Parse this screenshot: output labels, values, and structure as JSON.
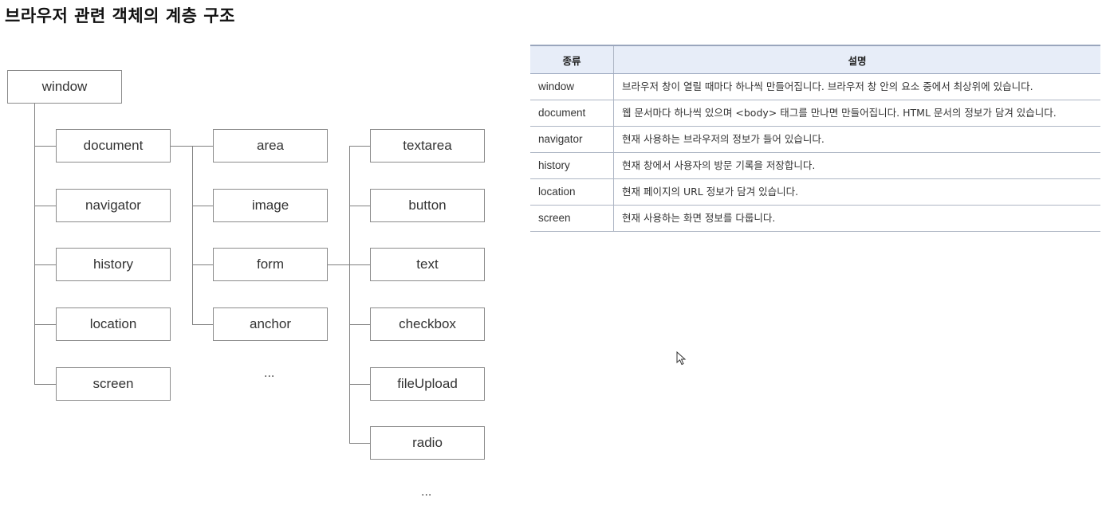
{
  "title": "브라우저 관련 객체의 계층 구조",
  "tree": {
    "root": "window",
    "level1": [
      "document",
      "navigator",
      "history",
      "location",
      "screen"
    ],
    "level2": [
      "area",
      "image",
      "form",
      "anchor"
    ],
    "level2_more": "...",
    "level3": [
      "textarea",
      "button",
      "text",
      "checkbox",
      "fileUpload",
      "radio"
    ],
    "level3_more": "..."
  },
  "table": {
    "headers": [
      "종류",
      "설명"
    ],
    "rows": [
      {
        "name": "window",
        "desc": "브라우저 창이 열릴 때마다 하나씩 만들어집니다. 브라우저 창 안의 요소 중에서 최상위에 있습니다."
      },
      {
        "name": "document",
        "desc": "웹 문서마다 하나씩 있으며 <body> 태그를 만나면 만들어집니다. HTML 문서의 정보가 담겨 있습니다."
      },
      {
        "name": "navigator",
        "desc": "현재 사용하는 브라우저의 정보가 들어 있습니다."
      },
      {
        "name": "history",
        "desc": "현재 창에서 사용자의 방문 기록을 저장합니다."
      },
      {
        "name": "location",
        "desc": "현재 페이지의 URL 정보가 담겨 있습니다."
      },
      {
        "name": "screen",
        "desc": "현재 사용하는 화면 정보를 다룹니다."
      }
    ]
  },
  "icons": {
    "cursor": "mouse-pointer-icon"
  }
}
